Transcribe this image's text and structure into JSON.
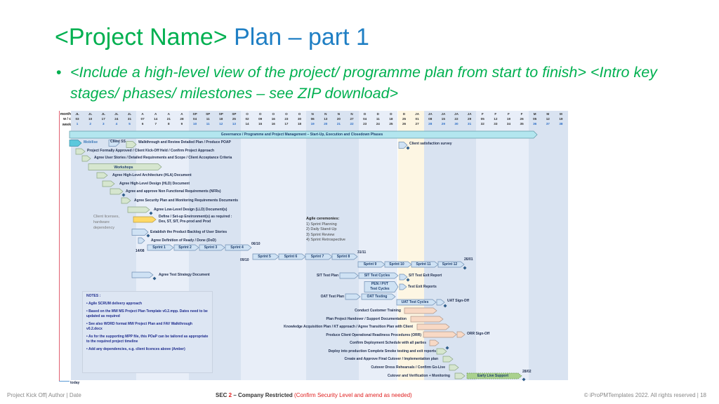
{
  "slide": {
    "title_part1": "<Project Name>",
    "title_part2": " Plan – part 1",
    "bullet": "<Include a high-level view of the project/ programme plan from start to finish> <Intro key stages/ phases/ milestones – see ZIP download>",
    "bullet_symbol": "•"
  },
  "gantt": {
    "row_labels": {
      "month": "month",
      "wc": "w / c",
      "week": "week"
    },
    "months": [
      "JL",
      "JL",
      "JL",
      "JL",
      "JL",
      "A",
      "A",
      "A",
      "A",
      "SP",
      "SP",
      "SP",
      "SP",
      "O",
      "O",
      "O",
      "O",
      "O",
      "N",
      "N",
      "N",
      "N",
      "D",
      "D",
      "D",
      "D",
      "JA",
      "JA",
      "JA",
      "JA",
      "JA",
      "F",
      "F",
      "F",
      "F",
      "M",
      "M",
      "M"
    ],
    "week_commencing": [
      "03",
      "10",
      "17",
      "24",
      "31",
      "07",
      "14",
      "21",
      "28",
      "04",
      "11",
      "18",
      "25",
      "02",
      "09",
      "16",
      "23",
      "30",
      "06",
      "13",
      "20",
      "27",
      "04",
      "11",
      "18",
      "25",
      "01",
      "08",
      "15",
      "22",
      "29",
      "05",
      "12",
      "19",
      "26",
      "05",
      "12",
      "19"
    ],
    "weeks": [
      "1",
      "2",
      "3",
      "4",
      "5",
      "6",
      "7",
      "8",
      "9",
      "10",
      "11",
      "12",
      "13",
      "14",
      "15",
      "16",
      "17",
      "18",
      "19",
      "20",
      "21",
      "22",
      "23",
      "24",
      "25",
      "26",
      "27",
      "28",
      "29",
      "30",
      "31",
      "32",
      "33",
      "34",
      "35",
      "36",
      "37",
      "38"
    ],
    "governance": "Governance / Programme and Project Management – Start-Up, Execution and Closedown Phases",
    "tasks": {
      "mobilise": "Mobilise",
      "client_ss": "Client SS",
      "walkthrough": "Walkthrough and Review Detailed Plan / Produce POAP",
      "client_survey": "Client satisfaction survey",
      "approved": "Project Formally Approved / Client Kick-Off Held / Confirm Project Approach",
      "user_stories": "Agree User Stories / Detailed Requirements and Scope / Client Acceptance Criteria",
      "workshops": "Workshops",
      "hla": "Agree High-Level Architecture (HLA) Document",
      "hld": "Agree High-Level Design (HLD) Document",
      "nfr": "Agree and approve Non Functional Requirements (NFRs)",
      "security": "Agree Security Plan and Monitoring Requirements Documents",
      "lld": "Agree Low-Level Design (LLD) Document(s)",
      "env1": "Define / Set-up Environment(s) as required :",
      "env2": "Dev, ST, SIT, Pre-prod and Prod",
      "backlog": "Establish the Product Backlog of User Stories",
      "dod": "Agree Definition of Ready / Done (DoD)",
      "test_strategy": "Agree Test Strategy Document",
      "sit_plan": "SIT Test Plan",
      "sit_cycles": "SIT Test Cycles",
      "sit_exit": "SIT Test Exit Report",
      "pen1": "PEN / PVT",
      "pen2": "Test Cycles",
      "test_exit": "Test Exit Reports",
      "oat_plan": "OAT Test Plan",
      "oat_testing": "OAT Testing",
      "uat_cycles": "UAT Test Cycles",
      "uat_signoff": "UAT Sign-Off",
      "training": "Conduct Customer Training",
      "handover": "Plan Project Handover / Support Documentation",
      "kt": "Knowledge Acquisition Plan / KT approach / Agree Transition Plan with Client",
      "orr": "Produce Client Operational Readiness Procedures (ORR)",
      "orr_signoff": "ORR Sign-Off",
      "deploy_schedule": "Confirm Deployment Schedule with all parties",
      "deploy_prod": "Deploy into production Complete Smoke testing and exit reports",
      "cutover_plan": "Create and Approve Final Cutover / Implementation plan",
      "dress": "Cutover Dress Rehearsals / Confirm Go-Live",
      "cutover": "Cutover and Verification + Monitoring",
      "els": "Early Live Support"
    },
    "sprints": [
      "Sprint 1",
      "Sprint 2",
      "Sprint 3",
      "Sprint 4",
      "Sprint 5",
      "Sprint 6",
      "Sprint 7",
      "Sprint 8",
      "Sprint 9",
      "Sprint 10",
      "Sprint 11",
      "Sprint 12"
    ],
    "dates": {
      "d1": "14/08",
      "d2": "06/10",
      "d3": "09/10",
      "d4": "31/11",
      "d5": "26/01",
      "d6": "28/02"
    },
    "client_licenses": [
      "Client licenses,",
      "hardware",
      "dependency"
    ],
    "agile": {
      "title": "Agile ceremonies:",
      "items": [
        "1)  Sprint Planning",
        "2)  Daily Stand-Up",
        "3)  Sprint Review",
        "4)  Sprint Retrospective"
      ]
    },
    "notes": {
      "title": "NOTES  :",
      "items": [
        "• Agile SCRUM delivery approach",
        "• Based on the MW MS Project Plan Template v0.2.mpp. Dates need to be updated as required",
        "• See also WORD format MW Project Plan and FAV Walkthrough v0.2.docx",
        "• As for the supporting MPP file, this POaP can be tailored as appropriate to the required project timeline",
        "• Add any dependencies, e.g. client licences above (Amber)"
      ]
    },
    "today": "today",
    "colors": {
      "blue": "#cfe2f4",
      "green": "#d6e6cf",
      "peach": "#f8d9c5",
      "amber": "#ffd966",
      "cyan": "#5bc8dc",
      "governance": "#b3e6ef",
      "els": "#a9d18e"
    }
  },
  "footer": {
    "left": "Project Kick Off| Author | Date",
    "sec_prefix": "SEC ",
    "sec_num": "2",
    "sec_rest": " – Company Restricted",
    "sec_note": "  (Confirm Security Level and amend as needed)",
    "right": "© iProPMTemplates 2022. All rights reserved  |     18"
  }
}
